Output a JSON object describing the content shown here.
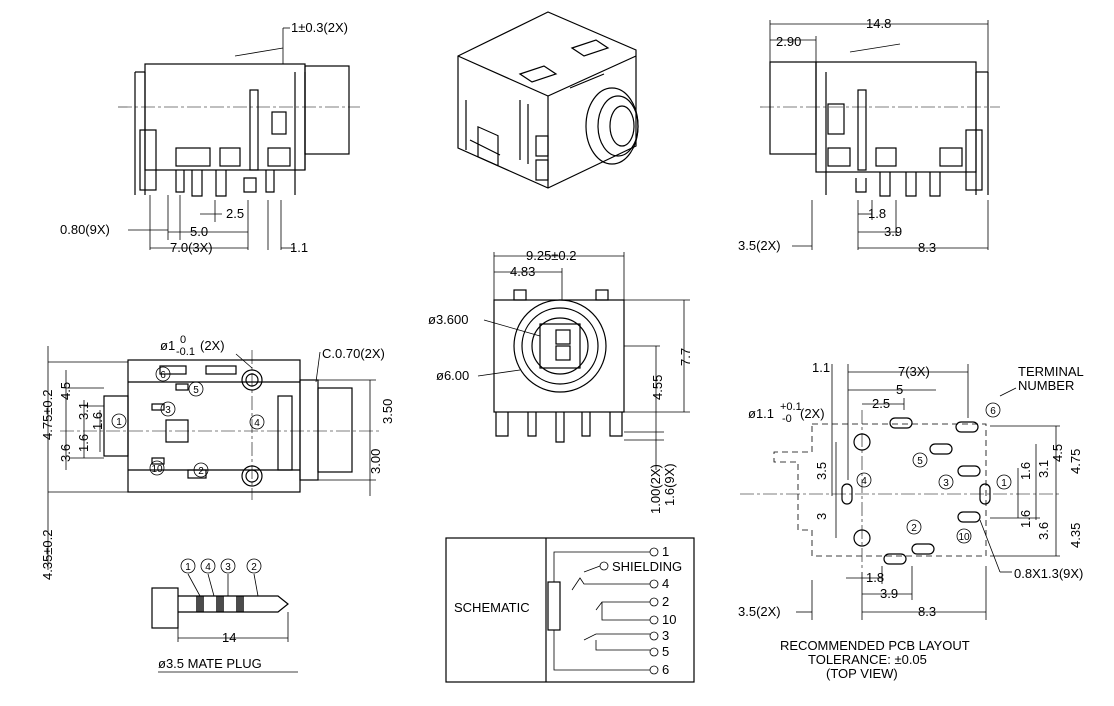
{
  "dims": {
    "d_1pm03": "1±0.3(2X)",
    "d_080": "0.80(9X)",
    "d_25": "2.5",
    "d_50": "5.0",
    "d_70": "7.0(3X)",
    "d_11": "1.1",
    "d_148": "14.8",
    "d_290": "2.90",
    "d_35_tr": "3.5(2X)",
    "d_18_tr": "1.8",
    "d_39_tr": "3.9",
    "d_83_tr": "8.3",
    "d_925": "9.25±0.2",
    "d_483": "4.83",
    "d_phi36": "ø3.600",
    "d_phi6": "ø6.00",
    "d_455": "4.55",
    "d_77": "7.7",
    "d_100": "1.00(2X)",
    "d_16_9x": "1.6(9X)",
    "d_phi1": "ø1",
    "d_phi1_tol_top": "0",
    "d_phi1_tol_bot": "-0.1",
    "d_phi1_cnt": "(2X)",
    "d_c070": "C.0.70(2X)",
    "d_475": "4.75±0.2",
    "d_435": "4.35±0.2",
    "d_45": "4.5",
    "d_31": "3.1",
    "d_16": "1.6",
    "d_36": "3.6",
    "d_350": "3.50",
    "d_300": "3.00",
    "d_11_pcb": "1.1",
    "d_7_3x": "7(3X)",
    "d_5_pcb": "5",
    "d_25_pcb": "2.5",
    "d_phi11": "ø1.1",
    "d_phi11_tol_top": "+0.1",
    "d_phi11_tol_bot": "-0",
    "d_phi11_cnt": "(2X)",
    "d_35_pcb_v": "3.5",
    "d_3_pcb_v": "3",
    "d_16_pcb": "1.6",
    "d_31_pcb": "3.1",
    "d_45_pcb": "4.5",
    "d_475_pcb": "4.75",
    "d_16_pcb_b": "1.6",
    "d_36_pcb": "3.6",
    "d_435_pcb": "4.35",
    "d_08x13": "0.8X1.3(9X)",
    "d_18_pcb": "1.8",
    "d_39_pcb": "3.9",
    "d_83_pcb": "8.3",
    "d_35_pcb_h": "3.5(2X)",
    "d_14": "14"
  },
  "labels": {
    "terminal_1": "TERMINAL",
    "terminal_2": "NUMBER",
    "mate_plug": "ø3.5 MATE PLUG",
    "schematic": "SCHEMATIC",
    "shielding": "SHIELDING",
    "pcb_1": "RECOMMENDED PCB LAYOUT",
    "pcb_2": "TOLERANCE: ±0.05",
    "pcb_3": "(TOP VIEW)"
  },
  "terminals": [
    "1",
    "2",
    "3",
    "4",
    "5",
    "6",
    "10"
  ],
  "plug_pins": [
    "1",
    "4",
    "3",
    "2"
  ],
  "schematic_pins": [
    "1",
    "4",
    "2",
    "10",
    "3",
    "5",
    "6"
  ]
}
